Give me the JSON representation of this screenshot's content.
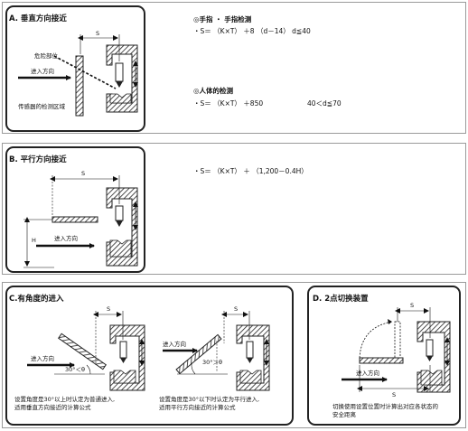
{
  "section_a": {
    "title": "A. 垂直方向接近",
    "label_s": "S",
    "danger_label": "危险部位",
    "direction_label": "进入方向",
    "sensor_label": "传感器的检测区域"
  },
  "formulas_a": {
    "finger_heading": "◎手指 ・ 手指检测",
    "finger_formula": "・S＝ （K×T） ＋8 （d－14） d≦40",
    "body_heading": "◎人体的检测",
    "body_formula": "・S＝ （K×T） ＋850",
    "body_condition": "40＜d≦70"
  },
  "section_b": {
    "title": "B. 平行方向接近",
    "label_s": "S",
    "label_h": "H",
    "direction_label": "进入方向"
  },
  "formula_b": "・S＝ （K×T） ＋ （1,200－0.4H）",
  "section_c": {
    "title": "C.有角度的进入",
    "left": {
      "label_s": "S",
      "direction_label": "进入方向",
      "angle_label": "30°＜θ",
      "caption_1": "设置角度是30°以上时认定为普通进入,",
      "caption_2": "适用垂直方向接近的计算公式"
    },
    "right": {
      "label_s": "S",
      "direction_label": "进入方向",
      "angle_label": "30°＞θ",
      "caption_1": "设置角度是30°以下时认定为平行进入,",
      "caption_2": "适用平行方向接近的计算公式"
    }
  },
  "section_d": {
    "title": "D. 2点切换装置",
    "label_s1": "S",
    "label_s2": "S",
    "direction_label": "进入方向",
    "caption_1": "切换使用设置位置时计算出对应各状态的",
    "caption_2": "安全距离"
  }
}
